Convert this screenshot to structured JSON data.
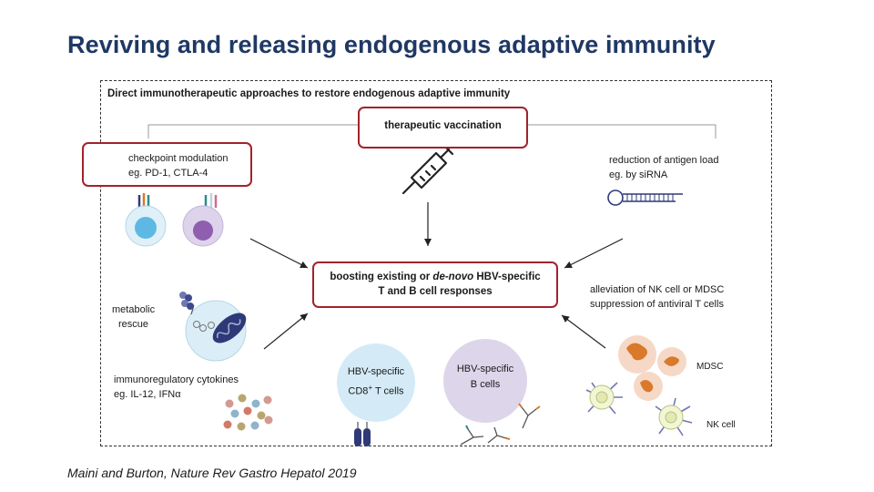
{
  "slide": {
    "title": "Reviving and releasing endogenous adaptive immunity",
    "citation": "Maini and Burton, Nature Rev Gastro Hepatol 2019"
  },
  "diagram": {
    "heading": "Direct immunotherapeutic approaches to restore endogenous adaptive immunity",
    "approaches": {
      "vaccination": "therapeutic vaccination",
      "checkpoint_line1": "checkpoint modulation",
      "checkpoint_line2": "eg. PD-1, CTLA-4",
      "antigen_line1": "reduction of antigen load",
      "antigen_line2": "eg. by siRNA",
      "metabolic_line1": "metabolic",
      "metabolic_line2": "rescue",
      "cytokines_line1": "immunoregulatory cytokines",
      "cytokines_line2": "eg. IL-12, IFNα",
      "nk_mdsc_line1": "alleviation of NK cell or MDSC",
      "nk_mdsc_line2": "suppression of antiviral T cells"
    },
    "center": {
      "line1_pre": "boosting existing or ",
      "line1_italic": "de-novo",
      "line1_post": " HBV-specific",
      "line2": "T and B cell responses"
    },
    "cells": {
      "cd8_line1": "HBV-specific",
      "cd8_line2_pre": "CD8",
      "cd8_line2_sup": "+",
      "cd8_line2_post": " T cells",
      "b_line1": "HBV-specific",
      "b_line2": "B cells",
      "mdsc": "MDSC",
      "nk": "NK cell"
    },
    "colors": {
      "highlight_border": "#a3222b",
      "title": "#1f3864",
      "t_cell": "#cfe8f5",
      "b_cell": "#dcd3ea",
      "receptor": "#2e3a78",
      "mdsc_nucleus": "#d9792a"
    }
  }
}
